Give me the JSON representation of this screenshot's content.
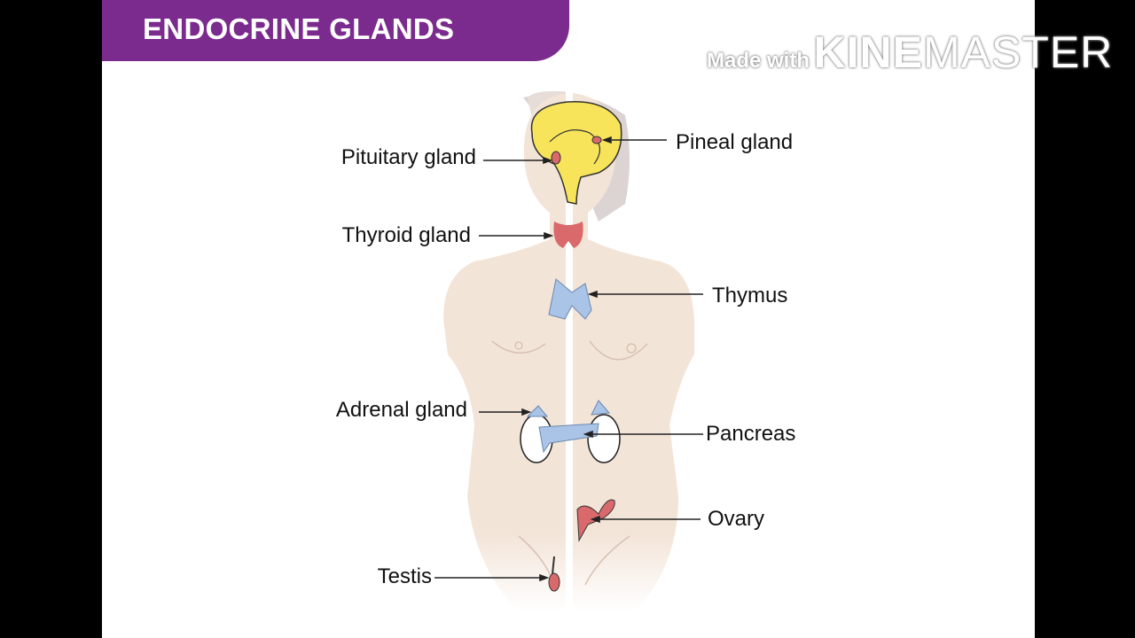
{
  "title": "ENDOCRINE GLANDS",
  "watermark": {
    "prefix": "Made with",
    "brand_bold": "KINE",
    "brand_thin": "MASTER"
  },
  "colors": {
    "banner": "#7b2a8e",
    "skin": "#f3e4d8",
    "brain": "#f7e45a",
    "gland_red": "#d9696a",
    "gland_blue": "#a9c4e6"
  },
  "labels": {
    "pituitary": "Pituitary gland",
    "pineal": "Pineal gland",
    "thyroid": "Thyroid gland",
    "thymus": "Thymus",
    "adrenal": "Adrenal gland",
    "pancreas": "Pancreas",
    "ovary": "Ovary",
    "testis": "Testis"
  }
}
